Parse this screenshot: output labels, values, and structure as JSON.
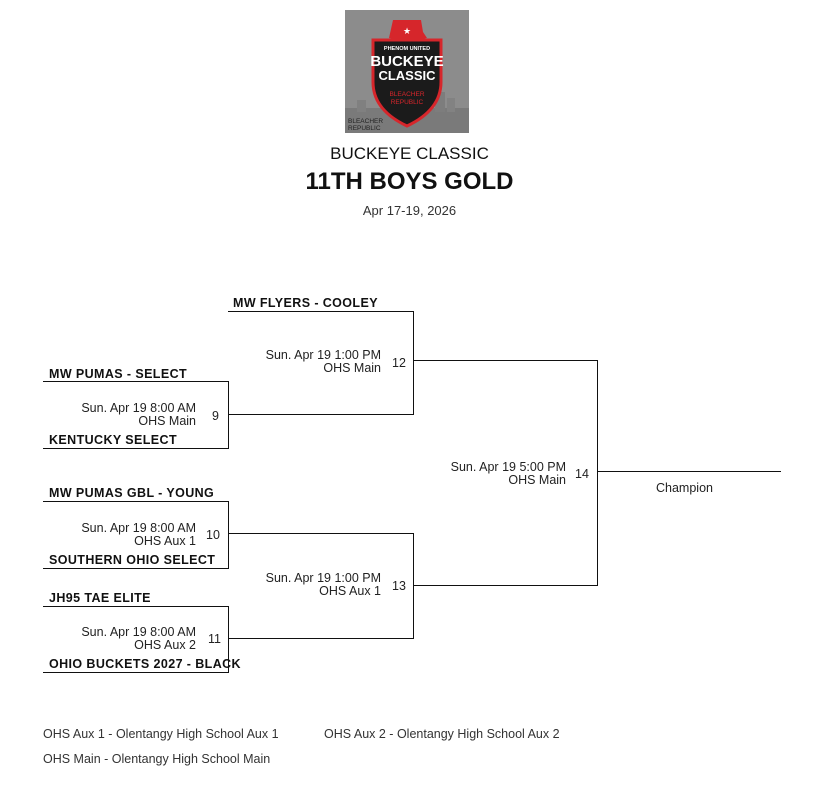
{
  "logo": {
    "top_text": "PHENOM UNITED",
    "main_line1": "BUCKEYE",
    "main_line2": "CLASSIC",
    "sub_line1": "BLEACHER",
    "sub_line2": "REPUBLIC",
    "corner_line1": "BLEACHER",
    "corner_line2": "REPUBLIC",
    "colors": {
      "badge_red": "#d6262b",
      "badge_dark": "#1b1b1b",
      "bg": "#8c8c8c"
    }
  },
  "header": {
    "event": "BUCKEYE CLASSIC",
    "division": "11TH BOYS GOLD",
    "dates": "Apr 17-19, 2026"
  },
  "teams": {
    "mw_flyers": "MW FLYERS - COOLEY",
    "mw_pumas_select": "MW PUMAS - SELECT",
    "kentucky_select": "KENTUCKY SELECT",
    "mw_pumas_gbl": "MW PUMAS GBL - YOUNG",
    "southern_ohio": "SOUTHERN OHIO SELECT",
    "jh95": "JH95 TAE ELITE",
    "ohio_buckets": "OHIO BUCKETS 2027 - BLACK"
  },
  "games": {
    "g9": {
      "time": "Sun. Apr 19 8:00 AM",
      "venue": "OHS Main",
      "number": "9"
    },
    "g10": {
      "time": "Sun. Apr 19 8:00 AM",
      "venue": "OHS Aux 1",
      "number": "10"
    },
    "g11": {
      "time": "Sun. Apr 19 8:00 AM",
      "venue": "OHS Aux 2",
      "number": "11"
    },
    "g12": {
      "time": "Sun. Apr 19 1:00 PM",
      "venue": "OHS Main",
      "number": "12"
    },
    "g13": {
      "time": "Sun. Apr 19 1:00 PM",
      "venue": "OHS Aux 1",
      "number": "13"
    },
    "g14": {
      "time": "Sun. Apr 19 5:00 PM",
      "venue": "OHS Main",
      "number": "14"
    }
  },
  "champion_label": "Champion",
  "legend": {
    "aux1": "OHS Aux 1 - Olentangy High School Aux 1",
    "aux2": "OHS Aux 2 - Olentangy High School Aux 2",
    "main": "OHS Main - Olentangy High School Main"
  }
}
